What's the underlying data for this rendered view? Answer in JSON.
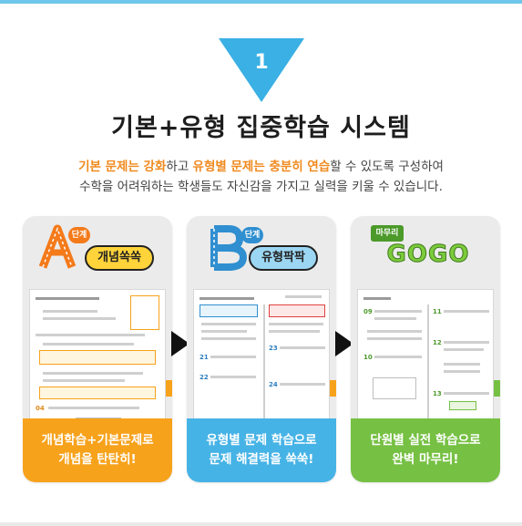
{
  "step": {
    "number": "1"
  },
  "title": "기본+유형 집중학습 시스템",
  "description": {
    "line1_highlight1": "기본 문제는 강화",
    "line1_text1": "하고 ",
    "line1_highlight2": "유형별 문제는 충분히 연습",
    "line1_text2": "할 수 있도록 구성하여",
    "line2": "수학을 어려워하는 학생들도 자신감을 가지고 실력을 키울 수 있습니다."
  },
  "cards": [
    {
      "letter": "A",
      "badge": "단계",
      "label": "개념쏙쏙",
      "footer_line1": "개념학습+기본문제로",
      "footer_line2": "개념을 탄탄히!"
    },
    {
      "letter": "B",
      "badge": "단계",
      "label": "유형팍팍",
      "footer_line1": "유형별 문제 학습으로",
      "footer_line2": "문제 해결력을 쑥쑥!"
    },
    {
      "badge": "마무리",
      "label": "GOGO",
      "footer_line1": "단원별 실전 학습으로",
      "footer_line2": "완벽 마무리!"
    }
  ],
  "colors": {
    "triangle": "#3ab0e4",
    "card_a": "#f7a21b",
    "card_b": "#46b3e6",
    "card_c": "#76c043",
    "highlight": "#f08a1e"
  }
}
